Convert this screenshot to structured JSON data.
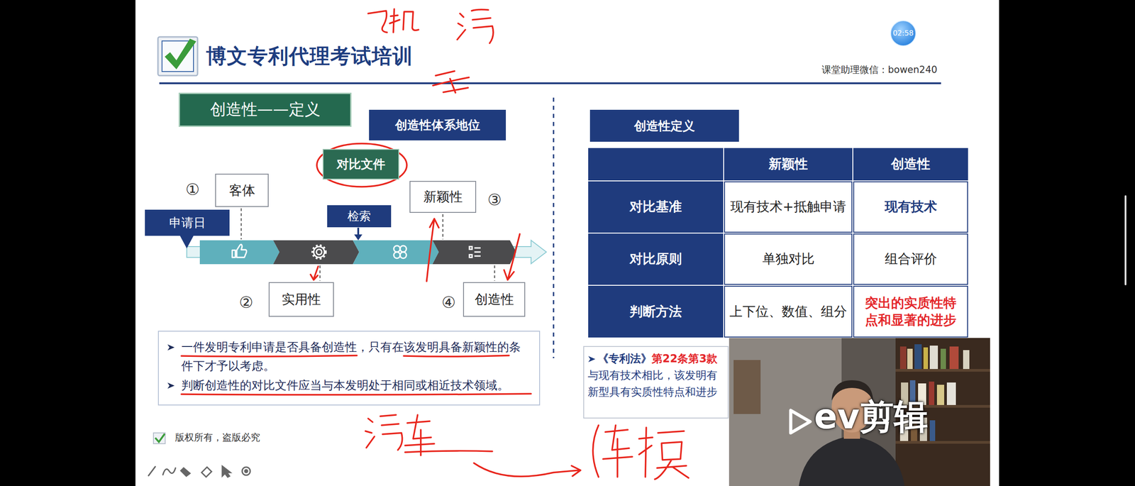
{
  "diagram": {
    "title": "博文专利代理考试培训",
    "nodes": [
      {
        "text": [
          "02:58"
        ]
      },
      {
        "text": [
          "创造性——定义"
        ]
      },
      {
        "text": [
          "创造性体系地位"
        ]
      },
      {
        "text": [
          "创造性定义"
        ]
      },
      {
        "text": [
          "对比文件"
        ]
      },
      {
        "text": [
          "客体"
        ]
      },
      {
        "text": [
          "申请日"
        ]
      },
      {
        "text": [
          "新颖性"
        ]
      },
      {
        "text": [
          "检索"
        ]
      },
      {
        "text": [
          "实用性"
        ]
      },
      {
        "text": [
          "创造性"
        ]
      },
      {
        "text": [
          "一件发明专利申请是否具备创造性，只有在该发明具备新颖性的条件下才予以考虑。",
          "判断创造性的对比文件应当与本发明处于相同或相近技术领域。"
        ]
      },
      {
        "text": [
          "《专利法》",
          "第22条第3款",
          "与现有技术相比，该发明有",
          "新型具有实质性特点和进步"
        ]
      }
    ],
    "labels": [
      "课堂助理微信：bowen240",
      "①",
      "③",
      "②",
      "④",
      "新颖性",
      "创造性",
      "对比基准",
      "现有技术+抵触申请",
      "现有技术",
      "对比原则",
      "单独对比",
      "组合评价",
      "判断方法",
      "上下位、数值、组分",
      "突出的实质性特点和显著的进步",
      "版权所有，盗版必究",
      "ev剪辑"
    ]
  }
}
